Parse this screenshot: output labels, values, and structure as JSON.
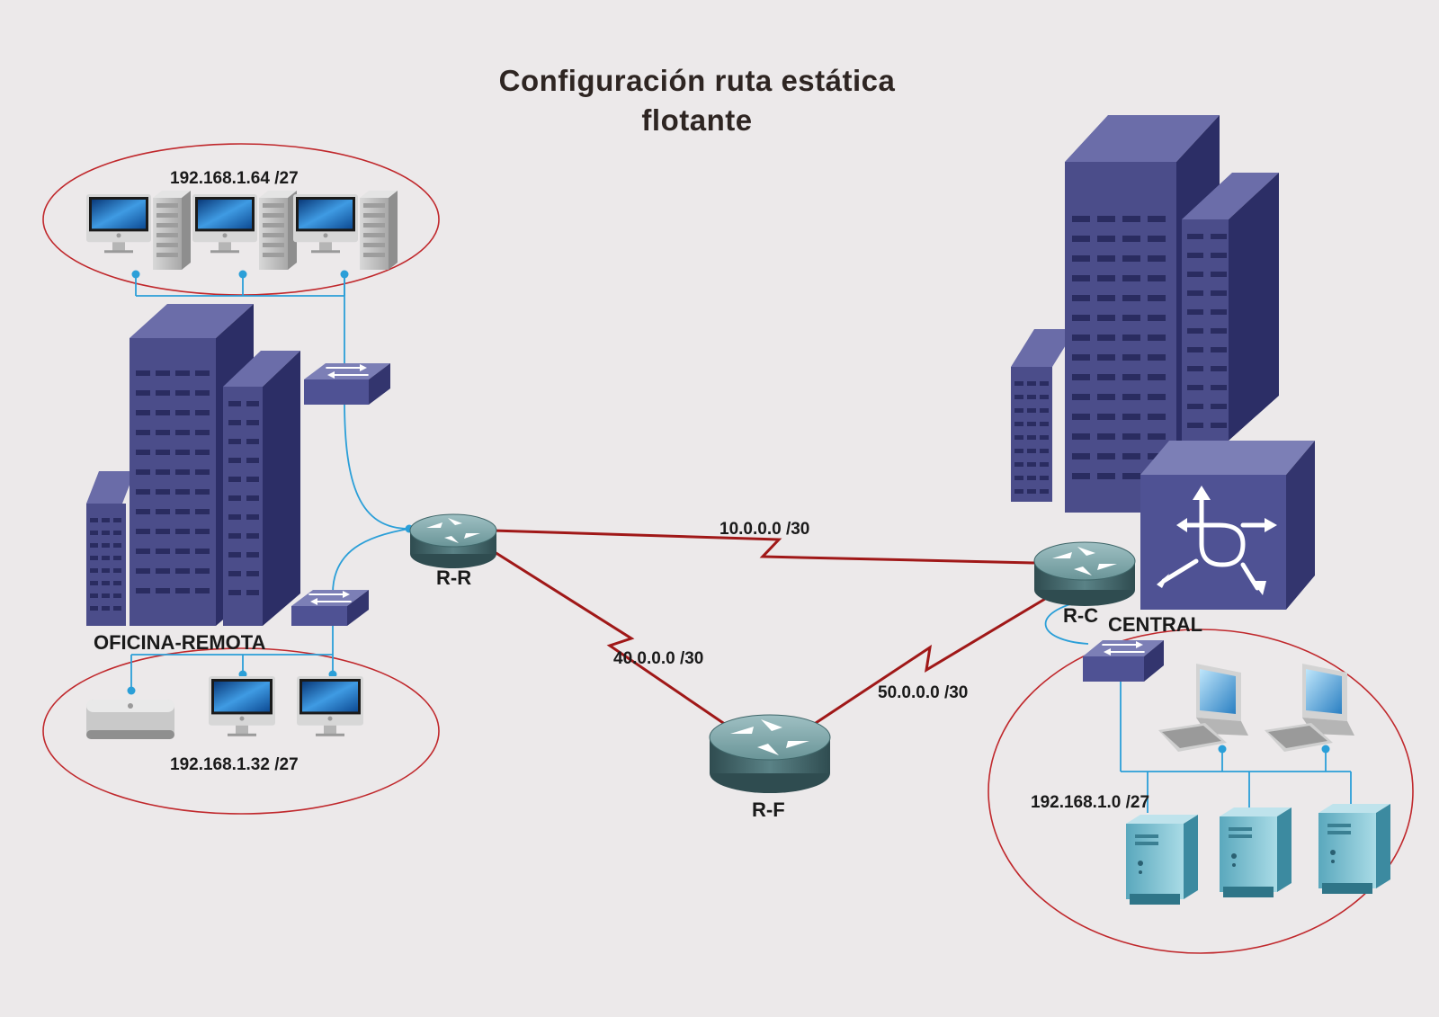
{
  "title_line1": "Configuración ruta estática",
  "title_line2": "flotante",
  "networks": {
    "remote_upper": "192.168.1.64 /27",
    "remote_lower": "192.168.1.32 /27",
    "central": "192.168.1.0 /27"
  },
  "links": {
    "rr_rc": "10.0.0.0 /30",
    "rr_rf": "40.0.0.0 /30",
    "rf_rc": "50.0.0.0 /30"
  },
  "routers": {
    "rr": "R-R",
    "rc": "R-C",
    "rf": "R-F"
  },
  "sites": {
    "remote": "OFICINA-REMOTA",
    "central": "CENTRAL"
  },
  "colors": {
    "background": "#ece9ea",
    "wan_link": "#a01818",
    "lan_link": "#2b9fd8",
    "network_ellipse": "#c0282c",
    "building": "#4b4d8a",
    "router": "#4e7477"
  }
}
